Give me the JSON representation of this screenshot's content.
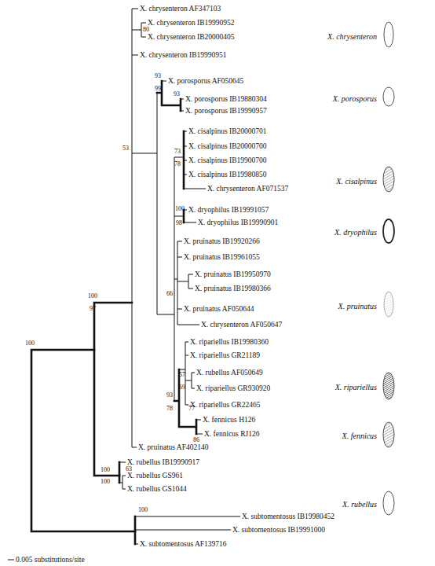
{
  "diagram": {
    "labels": [
      "X. chrysenteron AF347103",
      "X. chrysenteron IB19990952",
      "X. chrysenteron IB20000405",
      "X. chrysenteron IB19990951",
      "X. porosporus AF050645",
      "X. porosporus IB19880304",
      "X. porosporus IB19990957",
      "X. cisalpinus IB20000701",
      "X. cisalpinus IB20000700",
      "X. cisalpinus IB19900700",
      "X. cisalpinus IB19980850",
      "X. chrysenteron AF071537",
      "X. dryophilus IB19991057",
      "X. dryophilus IB19990901",
      "X. pruinatus IB19920266",
      "X. pruinatus IB19961055",
      "X. pruinatus IB19950970",
      "X. pruinatus IB19980366",
      "X. pruinatus AF050644",
      "X. chrysenteron AF050647",
      "X. ripariellus IB19980360",
      "X. ripariellus GR21189",
      "X. rubellus AF050649",
      "X. ripariellus GR930920",
      "X. ripariellus GR22465",
      "X. fennicus H126",
      "X. fennicus RJ126",
      "X. pruinatus AF402140",
      "X. rubellus IB19990917",
      "X. rubellus GS961",
      "X. rubellus GS1044",
      "X. subtomentosus IB19980452",
      "X. subtomentosus IB19991000",
      "X. subtomentosus AF139716",
      "80",
      "53",
      "93",
      "99",
      "93",
      "73",
      "78",
      "100",
      "98",
      "66",
      "57",
      "69",
      "93",
      "78",
      "77",
      "86",
      "100",
      "97",
      "100",
      "100",
      "63",
      "100",
      "100",
      "X. chrysenteron",
      "X. porosporus",
      "X. cisalpinus",
      "X. dryophilus",
      "X. pruinatus",
      "X. ripariellus",
      "X. fennicus",
      "X. rubellus",
      "0.005 substitutions/site"
    ]
  }
}
